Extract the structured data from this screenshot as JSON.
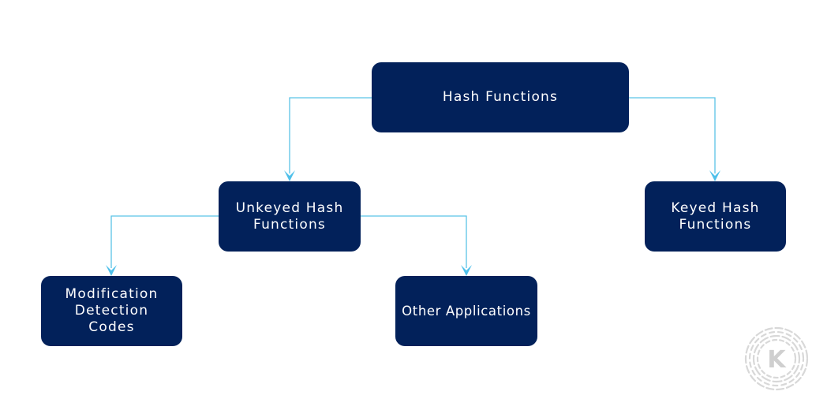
{
  "diagram": {
    "type": "tree",
    "colors": {
      "node_fill": "#02215a",
      "node_text": "#ffffff",
      "connector": "#5bc3e6",
      "logo": "#d6d6d6"
    },
    "nodes": {
      "root": {
        "label": "Hash Functions"
      },
      "unkeyed": {
        "label": "Unkeyed Hash\nFunctions"
      },
      "keyed": {
        "label": "Keyed Hash\nFunctions"
      },
      "mdc": {
        "label": "Modification\nDetection\nCodes"
      },
      "other": {
        "label": "Other Applications"
      }
    },
    "edges": [
      {
        "from": "root",
        "to": "unkeyed"
      },
      {
        "from": "root",
        "to": "keyed"
      },
      {
        "from": "unkeyed",
        "to": "mdc"
      },
      {
        "from": "unkeyed",
        "to": "other"
      }
    ]
  },
  "watermark": {
    "letter": "K",
    "icon": "k-logo-icon"
  }
}
